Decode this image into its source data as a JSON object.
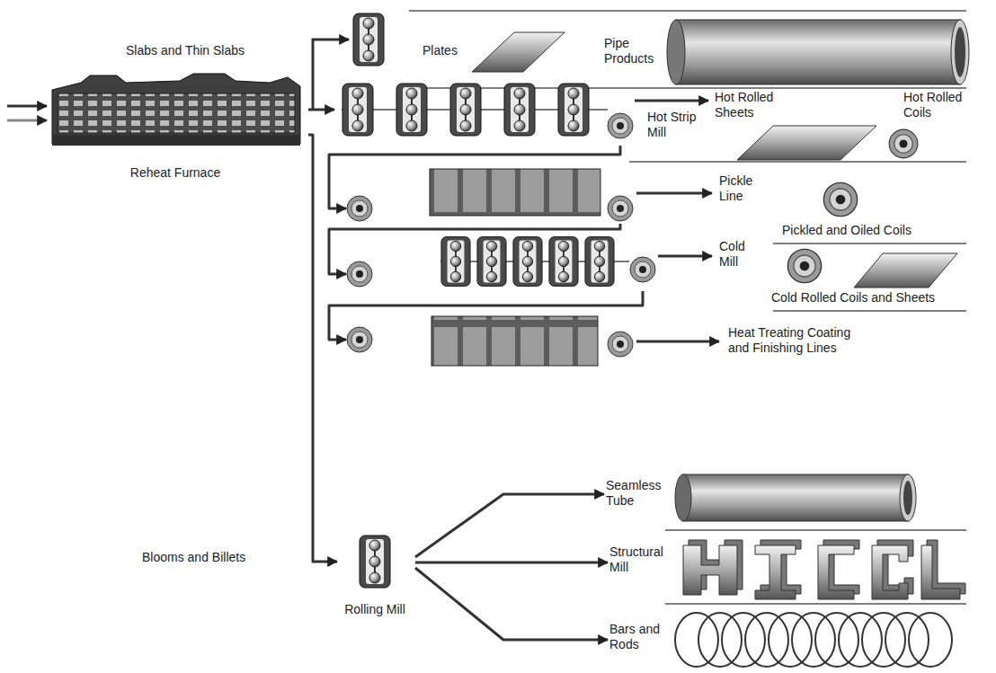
{
  "diagram": {
    "nodes": [
      {
        "text": [
          "Reheat Furnace"
        ]
      },
      {
        "text": [
          "Hot Strip Mill"
        ]
      },
      {
        "text": [
          "Pickle Line"
        ]
      },
      {
        "text": [
          "Cold Mill"
        ]
      },
      {
        "text": [
          "Heat Treating Coating and Finishing Lines"
        ]
      },
      {
        "text": [
          "Rolling Mill"
        ]
      },
      {
        "text": [
          "Seamless Tube"
        ]
      },
      {
        "text": [
          "Structural Mill"
        ]
      },
      {
        "text": [
          "Bars and Rods"
        ]
      }
    ],
    "edges": [
      {
        "from": 0,
        "to": 1,
        "arrow": "to"
      },
      {
        "from": 1,
        "to": 2,
        "arrow": "to"
      },
      {
        "from": 2,
        "to": 3,
        "arrow": "to"
      },
      {
        "from": 3,
        "to": 4,
        "arrow": "to"
      },
      {
        "from": 0,
        "to": 5,
        "arrow": "to"
      },
      {
        "from": 5,
        "to": 6,
        "arrow": "to"
      },
      {
        "from": 5,
        "to": 7,
        "arrow": "to"
      },
      {
        "from": 5,
        "to": 8,
        "arrow": "to"
      }
    ],
    "labels": [
      "Slabs and Thin Slabs",
      "Plates",
      "Pipe Products",
      "Hot Rolled Sheets",
      "Hot Rolled Coils",
      "Pickled and Oiled Coils",
      "Cold Rolled Coils and Sheets",
      "Blooms and Billets"
    ]
  }
}
